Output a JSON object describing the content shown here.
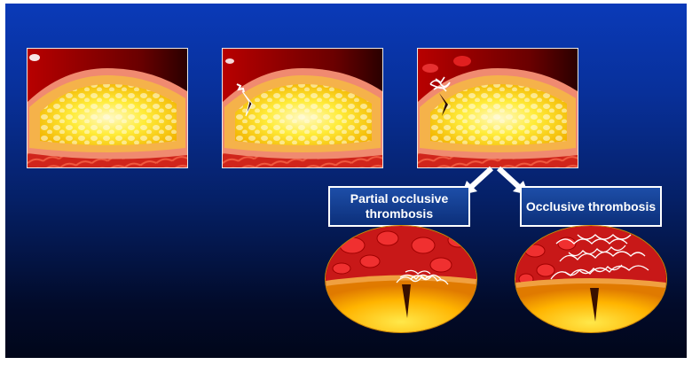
{
  "labels": {
    "partial": "Partial occlusive thrombosis",
    "occlusive": "Occlusive thrombosis"
  },
  "colors": {
    "background_top": "#0a3ab8",
    "background_bottom": "#01061a",
    "vessel_wall": "#c8201a",
    "plaque_core": "#ffe640",
    "blood_cell": "#d81e1e",
    "label_box": "#1d4ea8"
  },
  "stages": [
    {
      "name": "intact-plaque"
    },
    {
      "name": "plaque-rupture"
    },
    {
      "name": "platelet-aggregation"
    }
  ]
}
